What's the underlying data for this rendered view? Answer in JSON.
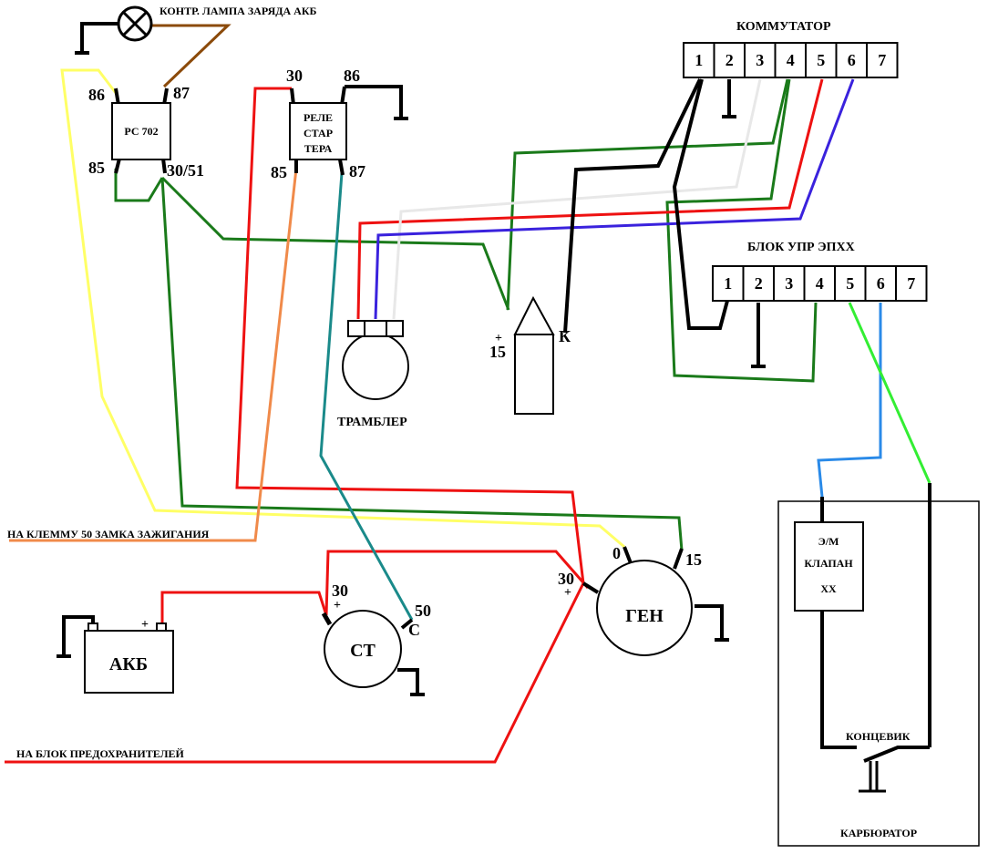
{
  "labels": {
    "lamp": "КОНТР. ЛАМПА ЗАРЯДА АКБ",
    "relay_rs702": "РС 702",
    "rs702_pin86": "86",
    "rs702_pin87": "87",
    "rs702_pin85": "85",
    "rs702_pin3051": "30/51",
    "starter_relay_line1": "РЕЛЕ",
    "starter_relay_line2": "СТАР",
    "starter_relay_line3": "ТЕРА",
    "sr_pin30": "30",
    "sr_pin86": "86",
    "sr_pin85": "85",
    "sr_pin87": "87",
    "commutator": "КОММУТАТОР",
    "commutator_pins": [
      "1",
      "2",
      "3",
      "4",
      "5",
      "6",
      "7"
    ],
    "ecu": "БЛОК УПР ЭПХХ",
    "ecu_pins": [
      "1",
      "2",
      "3",
      "4",
      "5",
      "6",
      "7"
    ],
    "distributor": "ТРАМБЛЕР",
    "coil_plus": "+",
    "coil_15": "15",
    "coil_k": "К",
    "ignition_note": "НА КЛЕММУ 50 ЗАМКА ЗАЖИГАНИЯ",
    "fuse_note": "НА БЛОК ПРЕДОХРАНИТЕЛЕЙ",
    "battery": "АКБ",
    "battery_plus": "+",
    "starter": "СТ",
    "st_pin30": "30",
    "st_plus": "+",
    "st_pin50": "50",
    "st_c": "С",
    "generator": "ГЕН",
    "gen_pin0": "0",
    "gen_pin15": "15",
    "gen_pin30": "30",
    "gen_plus": "+",
    "valve_line1": "Э/М",
    "valve_line2": "КЛАПАН",
    "valve_line3": "ХХ",
    "limit_switch": "КОНЦЕВИК",
    "carburetor": "КАРБЮРАТОР"
  },
  "colors": {
    "black": "#000000",
    "red": "#ee1111",
    "green": "#1a7a1a",
    "yellow": "#ffff66",
    "brown": "#8b4a0a",
    "orange": "#f08a4a",
    "teal": "#1a8a8a",
    "white_wire": "#e8e8e8",
    "blue": "#3a22dd",
    "light_blue": "#2a8ae8",
    "light_green": "#33ee33"
  }
}
